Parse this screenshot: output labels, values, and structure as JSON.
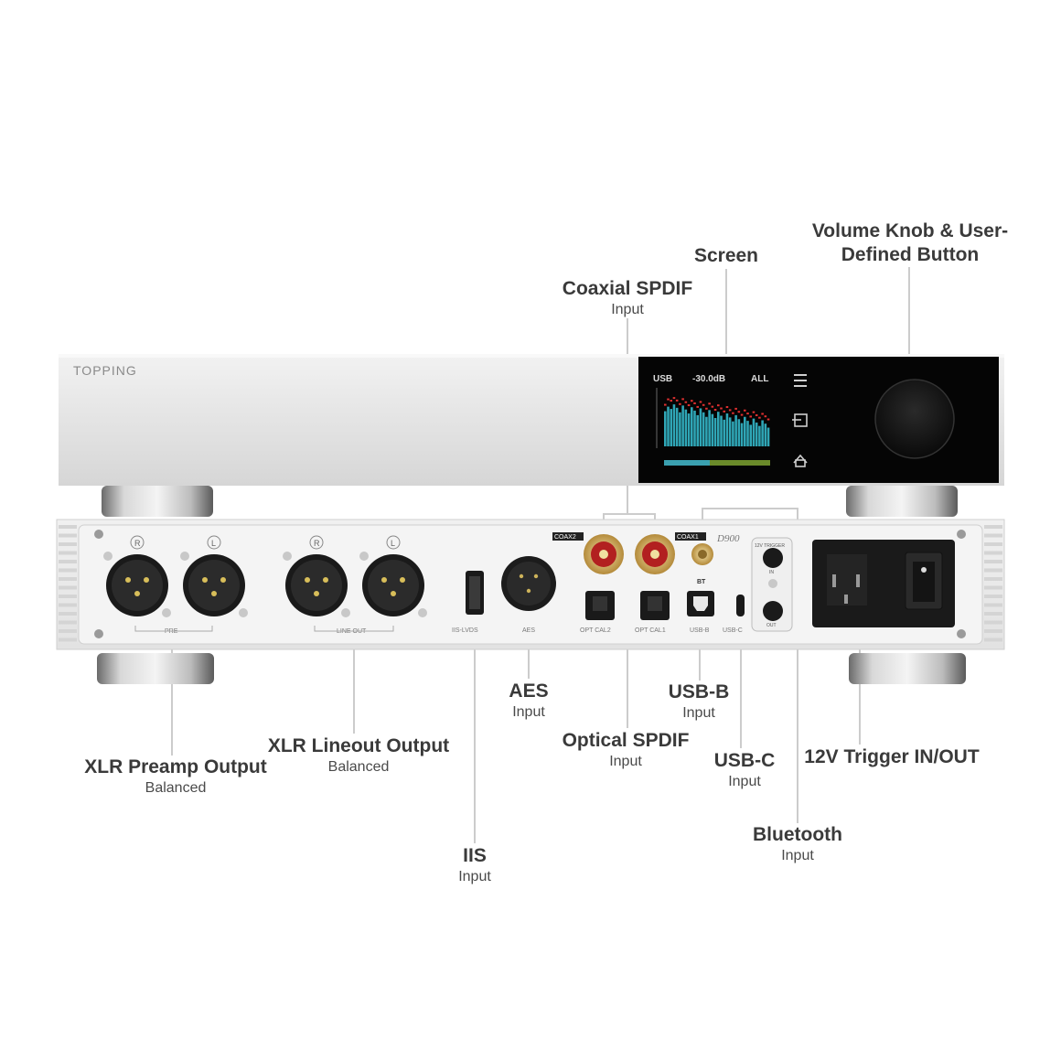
{
  "device": {
    "brand": "TOPPING",
    "model": "D900",
    "screen": {
      "input": "USB",
      "volume": "-30.0dB",
      "mode": "ALL",
      "bars": [
        0.62,
        0.7,
        0.66,
        0.74,
        0.68,
        0.6,
        0.72,
        0.65,
        0.58,
        0.69,
        0.63,
        0.55,
        0.67,
        0.6,
        0.52,
        0.64,
        0.57,
        0.5,
        0.61,
        0.54,
        0.47,
        0.58,
        0.51,
        0.44,
        0.55,
        0.48,
        0.41,
        0.52,
        0.45,
        0.38,
        0.49,
        0.42,
        0.36,
        0.46,
        0.4,
        0.33
      ]
    },
    "silk": {
      "pre": "PRE",
      "line_out": "LINE OUT",
      "iis": "IIS-LVDS",
      "aes": "AES",
      "coax2": "COAX2",
      "coax1": "COAX1",
      "opt2": "OPT CAL2",
      "opt1": "OPT CAL1",
      "usbb": "USB-B",
      "usbc": "USB-C",
      "bt": "BT",
      "trigger": "12V TRIGGER",
      "in": "IN",
      "out": "OUT",
      "r": "R",
      "l": "L"
    }
  },
  "labels": {
    "volume": {
      "title": "Volume Knob & User-",
      "title2": "Defined Button"
    },
    "screen": {
      "title": "Screen"
    },
    "coax": {
      "title": "Coaxial SPDIF",
      "sub": "Input"
    },
    "aes": {
      "title": "AES",
      "sub": "Input"
    },
    "usbb": {
      "title": "USB-B",
      "sub": "Input"
    },
    "optical": {
      "title": "Optical SPDIF",
      "sub": "Input"
    },
    "usbc": {
      "title": "USB-C",
      "sub": "Input"
    },
    "trigger": {
      "title": "12V Trigger IN/OUT"
    },
    "xlr_pre": {
      "title": "XLR Preamp Output",
      "sub": "Balanced"
    },
    "xlr_line": {
      "title": "XLR Lineout Output",
      "sub": "Balanced"
    },
    "iis": {
      "title": "IIS",
      "sub": "Input"
    },
    "bt": {
      "title": "Bluetooth",
      "sub": "Input"
    }
  },
  "colors": {
    "label": "#3a3a3a",
    "leader": "#c8c8c8",
    "chassis": "#e4e4e4",
    "screen_bar": "#2fa6b6",
    "screen_peak": "#e03030"
  }
}
